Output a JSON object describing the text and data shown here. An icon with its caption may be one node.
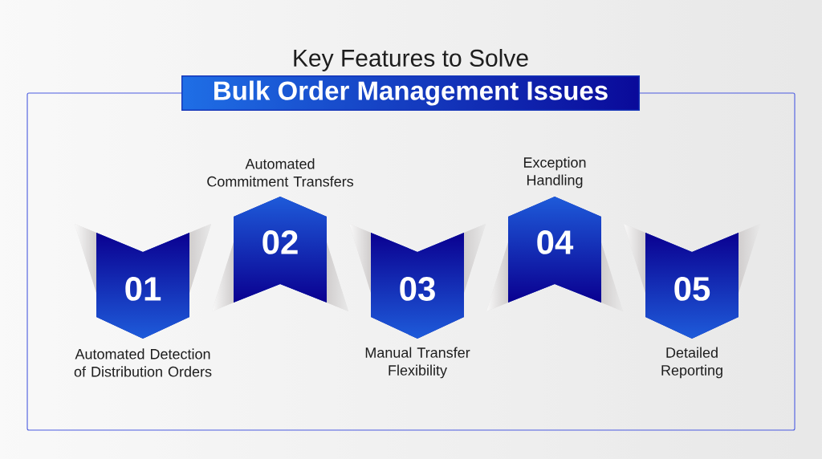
{
  "diagram": {
    "title": "Key Features to Solve",
    "nodes": [
      {
        "text": [
          "Bulk Order Management Issues"
        ]
      },
      {
        "text": [
          "01"
        ],
        "beside": [
          "Automated Detection of Distribution Orders"
        ]
      },
      {
        "text": [
          "02"
        ],
        "beside": [
          "Automated Commitment Transfers"
        ]
      },
      {
        "text": [
          "03"
        ],
        "beside": [
          "Manual Transfer Flexibility"
        ]
      },
      {
        "text": [
          "04"
        ],
        "beside": [
          "Exception Handling"
        ]
      },
      {
        "text": [
          "05"
        ],
        "beside": [
          "Detailed Reporting"
        ]
      }
    ]
  }
}
